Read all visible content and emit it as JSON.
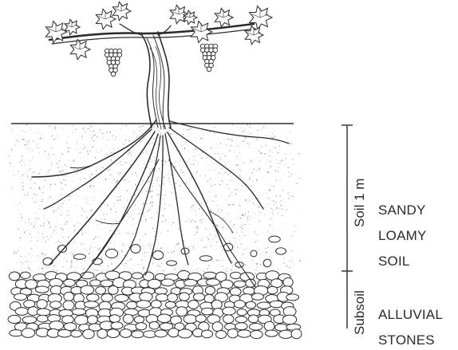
{
  "layers": [
    {
      "side_label": "Soil 1 m",
      "description_lines": [
        "SANDY",
        "LOAMY",
        "SOIL"
      ]
    },
    {
      "side_label": "Subsoil",
      "description_lines": [
        "ALLUVIAL",
        "STONES"
      ]
    }
  ],
  "colors": {
    "ink": "#2b2b2b",
    "soil_speckle": "#9a9a9a",
    "stone_fill": "#ffffff"
  }
}
